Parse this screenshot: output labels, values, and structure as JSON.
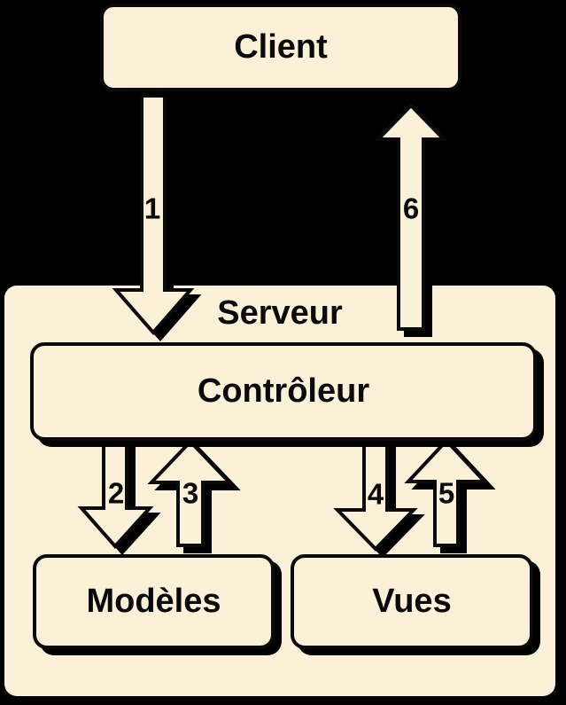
{
  "diagram": {
    "colors": {
      "background": "#000000",
      "node_fill": "#FBF0D8",
      "outline": "#0a0a0a"
    },
    "nodes": {
      "client": "Client",
      "serveur": "Serveur",
      "controleur": "Contrôleur",
      "modeles": "Modèles",
      "vues": "Vues"
    },
    "arrows": [
      {
        "label": "1",
        "from": "Client",
        "to": "Contrôleur",
        "direction": "down"
      },
      {
        "label": "2",
        "from": "Contrôleur",
        "to": "Modèles",
        "direction": "down"
      },
      {
        "label": "3",
        "from": "Modèles",
        "to": "Contrôleur",
        "direction": "up"
      },
      {
        "label": "4",
        "from": "Contrôleur",
        "to": "Vues",
        "direction": "down"
      },
      {
        "label": "5",
        "from": "Vues",
        "to": "Contrôleur",
        "direction": "up"
      },
      {
        "label": "6",
        "from": "Contrôleur",
        "to": "Client",
        "direction": "up"
      }
    ]
  }
}
